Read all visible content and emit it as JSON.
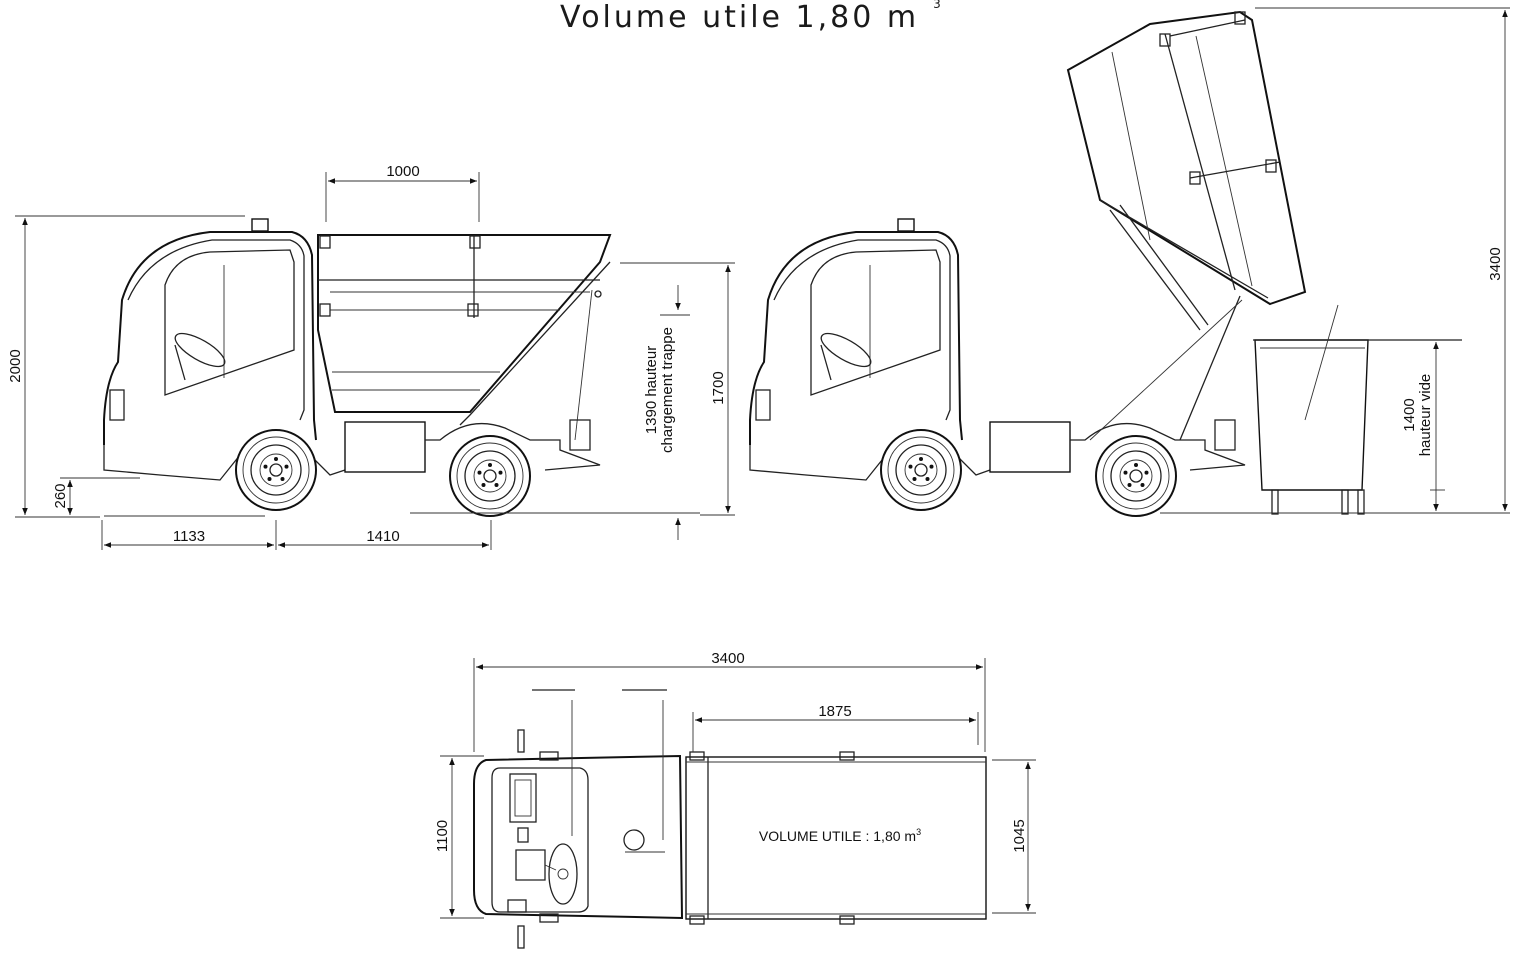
{
  "title": {
    "main": "Volume utile 1,80 m",
    "superscript": "3"
  },
  "side_view": {
    "dim_top_width": "1000",
    "dim_height_total": "2000",
    "dim_ground_clearance": "260",
    "dim_front_overhang": "1133",
    "dim_wheelbase": "1410",
    "dim_hatch_height": "1390 hauteur",
    "dim_hatch_label": "chargement trappe",
    "dim_body_height": "1700"
  },
  "tipping_view": {
    "dim_total_height": "3400",
    "dim_bin_height": "1400",
    "dim_bin_label": "hauteur  vide"
  },
  "top_view": {
    "dim_length": "3400",
    "dim_box_length": "1875",
    "dim_width": "1100",
    "dim_box_width": "1045",
    "volume_label": "VOLUME UTILE : 1,80 m",
    "volume_sup": "3"
  }
}
